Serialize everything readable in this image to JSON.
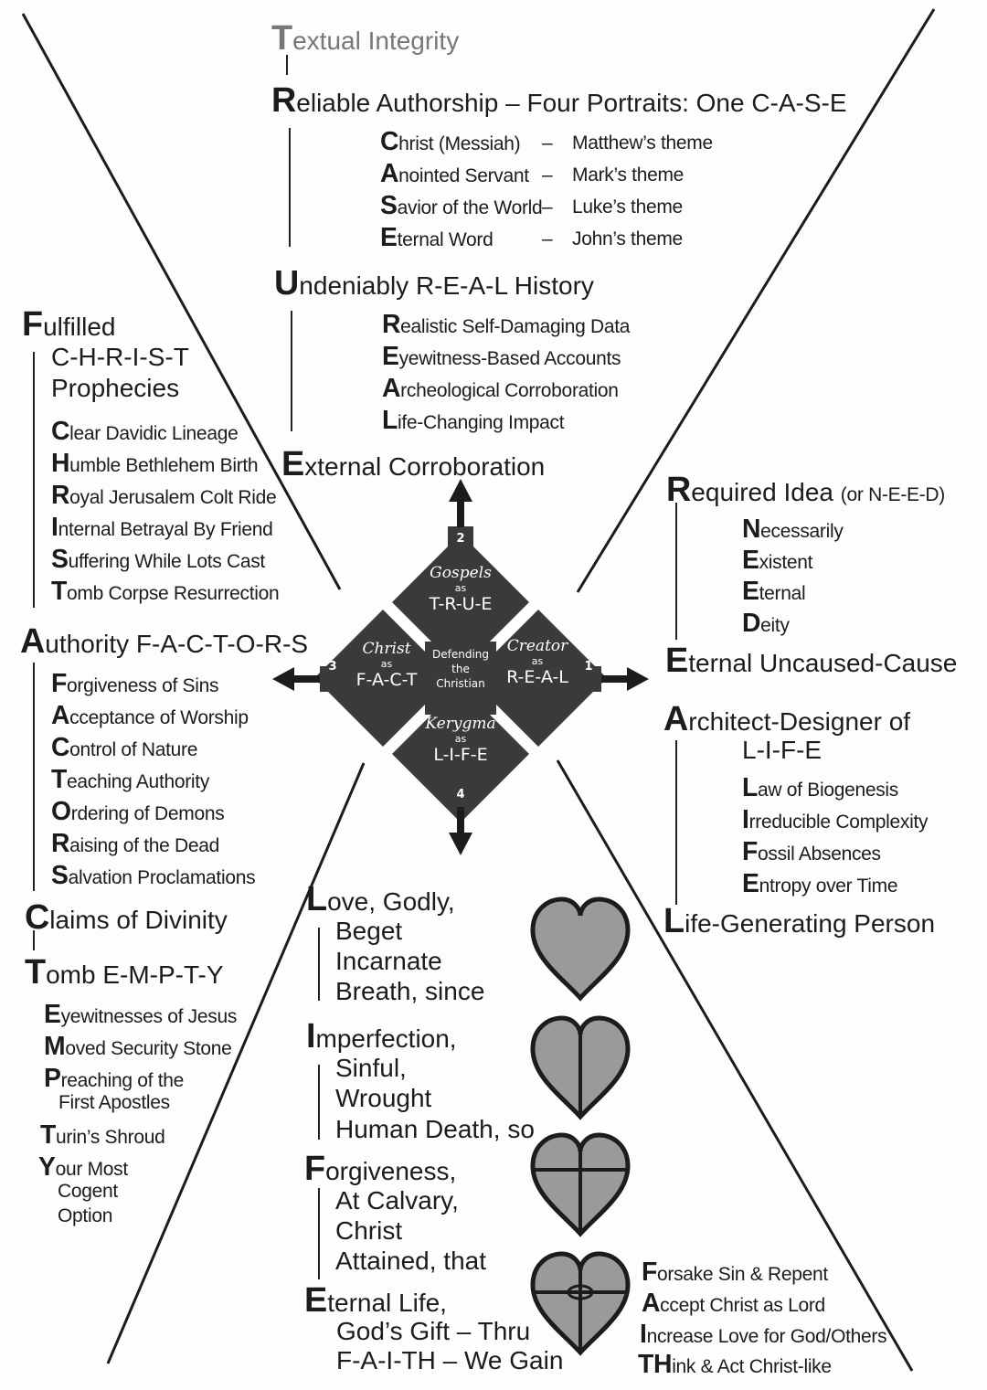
{
  "top": {
    "textual": {
      "cap": "T",
      "rest": "extual Integrity"
    },
    "reliable": {
      "cap": "R",
      "rest": "eliable Authorship – Four Portraits: One C-A-S-E"
    },
    "portraits": [
      {
        "cap": "C",
        "rest": "hrist (Messiah)",
        "dash": "–",
        "theme": "Matthew’s theme"
      },
      {
        "cap": "A",
        "rest": "nointed Servant",
        "dash": "–",
        "theme": "Mark’s theme"
      },
      {
        "cap": "S",
        "rest": "avior of the World",
        "dash": "–",
        "theme": "Luke’s theme"
      },
      {
        "cap": "E",
        "rest": "ternal Word",
        "dash": "–",
        "theme": "John’s theme"
      }
    ],
    "undeniably": {
      "cap": "U",
      "rest": "ndeniably R-E-A-L History"
    },
    "real": [
      {
        "cap": "R",
        "rest": "ealistic Self-Damaging Data"
      },
      {
        "cap": "E",
        "rest": "yewitness-Based Accounts"
      },
      {
        "cap": "A",
        "rest": "rcheological Corroboration"
      },
      {
        "cap": "L",
        "rest": "ife-Changing Impact"
      }
    ],
    "external": {
      "cap": "E",
      "rest": "xternal Corroboration"
    }
  },
  "left": {
    "fulfilled": {
      "cap": "F",
      "rest": "ulfilled",
      "line2": "C-H-R-I-S-T",
      "line3": "Prophecies"
    },
    "christ": [
      {
        "cap": "C",
        "rest": "lear Davidic Lineage"
      },
      {
        "cap": "H",
        "rest": "umble Bethlehem Birth"
      },
      {
        "cap": "R",
        "rest": "oyal Jerusalem Colt Ride"
      },
      {
        "cap": "I",
        "rest": "nternal Betrayal By Friend"
      },
      {
        "cap": "S",
        "rest": "uffering While Lots Cast"
      },
      {
        "cap": "T",
        "rest": "omb Corpse Resurrection"
      }
    ],
    "authority": {
      "cap": "A",
      "rest": "uthority F-A-C-T-O-R-S"
    },
    "factors": [
      {
        "cap": "F",
        "rest": "orgiveness of Sins"
      },
      {
        "cap": "A",
        "rest": "cceptance of Worship"
      },
      {
        "cap": "C",
        "rest": "ontrol of Nature"
      },
      {
        "cap": "T",
        "rest": "eaching Authority"
      },
      {
        "cap": "O",
        "rest": "rdering of Demons"
      },
      {
        "cap": "R",
        "rest": "aising of the Dead"
      },
      {
        "cap": "S",
        "rest": "alvation Proclamations"
      }
    ],
    "claims": {
      "cap": "C",
      "rest": "laims of Divinity"
    },
    "tomb": {
      "cap": "T",
      "rest": "omb E-M-P-T-Y"
    },
    "empty": [
      {
        "cap": "E",
        "rest": "yewitnesses of Jesus"
      },
      {
        "cap": "M",
        "rest": "oved Security Stone"
      },
      {
        "cap": "P",
        "rest": "reaching of the",
        "line2": "First Apostles"
      },
      {
        "cap": "T",
        "rest": "urin’s Shroud"
      },
      {
        "cap": "Y",
        "rest": "our Most",
        "line2": "Cogent",
        "line3": "Option"
      }
    ]
  },
  "right": {
    "required": {
      "cap": "R",
      "rest": "equired Idea",
      "paren": "(or N-E-E-D)"
    },
    "need": [
      {
        "cap": "N",
        "rest": "ecessarily"
      },
      {
        "cap": "E",
        "rest": "xistent"
      },
      {
        "cap": "E",
        "rest": "ternal"
      },
      {
        "cap": "D",
        "rest": "eity"
      }
    ],
    "eternal": {
      "cap": "E",
      "rest": "ternal Uncaused-Cause"
    },
    "architect": {
      "cap": "A",
      "rest": "rchitect-Designer of",
      "line2": "L-I-F-E"
    },
    "life": [
      {
        "cap": "L",
        "rest": "aw of Biogenesis"
      },
      {
        "cap": "I",
        "rest": "rreducible Complexity"
      },
      {
        "cap": "F",
        "rest": "ossil Absences"
      },
      {
        "cap": "E",
        "rest": "ntropy over Time"
      }
    ],
    "generating": {
      "cap": "L",
      "rest": "ife-Generating Person"
    }
  },
  "bottom": {
    "love": {
      "cap": "L",
      "rest": "ove, Godly,",
      "lines": [
        "Beget",
        "Incarnate",
        "Breath, since"
      ]
    },
    "imperfection": {
      "cap": "I",
      "rest": "mperfection,",
      "lines": [
        "Sinful,",
        "Wrought",
        "Human Death, so"
      ]
    },
    "forgiveness": {
      "cap": "F",
      "rest": "orgiveness,",
      "lines": [
        "At Calvary,",
        "Christ",
        "Attained, that"
      ]
    },
    "eternal": {
      "cap": "E",
      "rest": "ternal Life,",
      "lines": [
        "God’s Gift – Thru",
        "F-A-I-TH – We Gain"
      ]
    },
    "faith": [
      {
        "cap": "F",
        "rest": "orsake Sin & Repent"
      },
      {
        "cap": "A",
        "rest": "ccept Christ as Lord"
      },
      {
        "cap": "I",
        "rest": "ncrease Love for God/Others"
      },
      {
        "cap": "TH",
        "rest": "ink & Act Christ-like"
      }
    ]
  },
  "center": {
    "core": [
      "Defending",
      "the",
      "Christian"
    ],
    "tiles": {
      "top": {
        "title": "Gospels",
        "as": "as",
        "code": "T-R-U-E",
        "num": "2"
      },
      "right": {
        "title": "Creator",
        "as": "as",
        "code": "R-E-A-L",
        "num": "1"
      },
      "bottom": {
        "title": "Kerygma",
        "as": "as",
        "code": "L-I-F-E",
        "num": "4"
      },
      "left": {
        "title": "Christ",
        "as": "as",
        "code": "F-A-C-T",
        "num": "3"
      }
    }
  },
  "colors": {
    "tile": "#3a3a3a",
    "heart": "#9a9a9a",
    "line": "#1c1c1c"
  }
}
